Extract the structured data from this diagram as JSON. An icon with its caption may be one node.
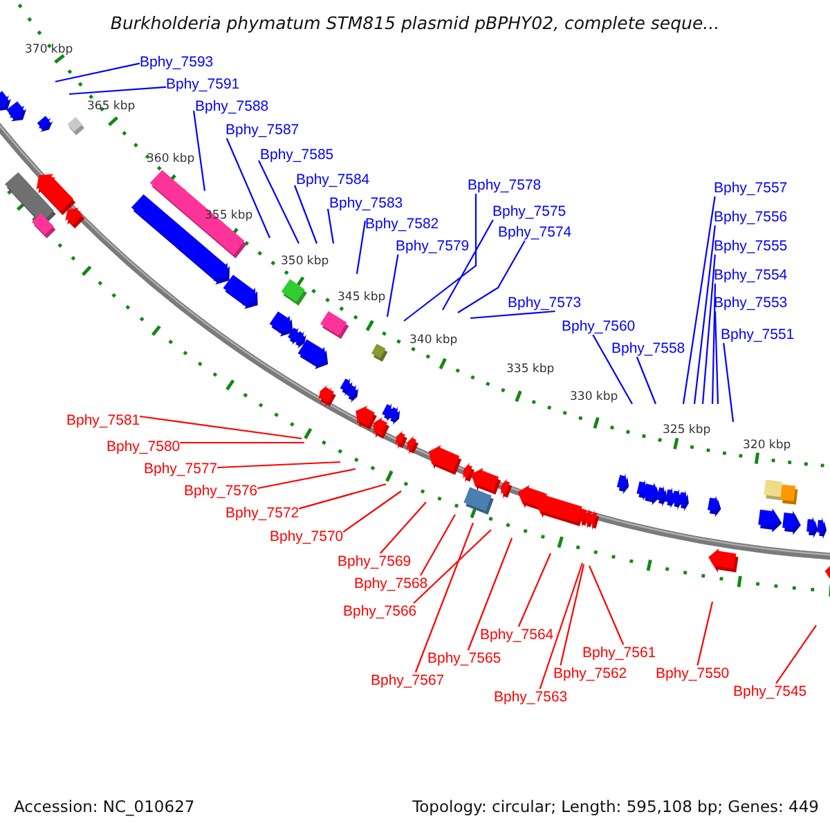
{
  "diagram": {
    "title": "Burkholderia phymatum STM815 plasmid pBPHY02, complete seque...",
    "nodes": [
      {
        "text": [
          "Bphy_7593"
        ]
      },
      {
        "text": [
          "Bphy_7591"
        ]
      },
      {
        "text": [
          "Bphy_7588"
        ]
      },
      {
        "text": [
          "Bphy_7587"
        ]
      },
      {
        "text": [
          "Bphy_7585"
        ]
      },
      {
        "text": [
          "Bphy_7584"
        ]
      },
      {
        "text": [
          "Bphy_7583"
        ]
      },
      {
        "text": [
          "Bphy_7582"
        ]
      },
      {
        "text": [
          "Bphy_7579"
        ]
      },
      {
        "text": [
          "Bphy_7578"
        ]
      },
      {
        "text": [
          "Bphy_7575"
        ]
      },
      {
        "text": [
          "Bphy_7574"
        ]
      },
      {
        "text": [
          "Bphy_7573"
        ]
      },
      {
        "text": [
          "Bphy_7560"
        ]
      },
      {
        "text": [
          "Bphy_7558"
        ]
      },
      {
        "text": [
          "Bphy_7557"
        ]
      },
      {
        "text": [
          "Bphy_7556"
        ]
      },
      {
        "text": [
          "Bphy_7555"
        ]
      },
      {
        "text": [
          "Bphy_7554"
        ]
      },
      {
        "text": [
          "Bphy_7553"
        ]
      },
      {
        "text": [
          "Bphy_7551"
        ]
      },
      {
        "text": [
          "Bphy_7581"
        ]
      },
      {
        "text": [
          "Bphy_7580"
        ]
      },
      {
        "text": [
          "Bphy_7577"
        ]
      },
      {
        "text": [
          "Bphy_7576"
        ]
      },
      {
        "text": [
          "Bphy_7572"
        ]
      },
      {
        "text": [
          "Bphy_7570"
        ]
      },
      {
        "text": [
          "Bphy_7569"
        ]
      },
      {
        "text": [
          "Bphy_7568"
        ]
      },
      {
        "text": [
          "Bphy_7566"
        ]
      },
      {
        "text": [
          "Bphy_7567"
        ]
      },
      {
        "text": [
          "Bphy_7565"
        ]
      },
      {
        "text": [
          "Bphy_7564"
        ]
      },
      {
        "text": [
          "Bphy_7562"
        ]
      },
      {
        "text": [
          "Bphy_7563"
        ]
      },
      {
        "text": [
          "Bphy_7561"
        ]
      },
      {
        "text": [
          "Bphy_7550"
        ]
      },
      {
        "text": [
          "Bphy_7545"
        ]
      }
    ],
    "edges": [
      {
        "from": 0,
        "to": null,
        "arrow": "none"
      },
      {
        "from": 1,
        "to": null,
        "arrow": "none"
      },
      {
        "from": 2,
        "to": null,
        "arrow": "none"
      },
      {
        "from": 3,
        "to": null,
        "arrow": "none"
      },
      {
        "from": 4,
        "to": null,
        "arrow": "none"
      },
      {
        "from": 5,
        "to": null,
        "arrow": "none"
      },
      {
        "from": 6,
        "to": null,
        "arrow": "none"
      },
      {
        "from": 7,
        "to": null,
        "arrow": "none"
      },
      {
        "from": 8,
        "to": null,
        "arrow": "none"
      },
      {
        "from": 9,
        "to": null,
        "arrow": "none"
      },
      {
        "from": 10,
        "to": null,
        "arrow": "none"
      },
      {
        "from": 11,
        "to": null,
        "arrow": "none"
      },
      {
        "from": 12,
        "to": null,
        "arrow": "none"
      },
      {
        "from": 13,
        "to": null,
        "arrow": "none"
      },
      {
        "from": 14,
        "to": null,
        "arrow": "none"
      },
      {
        "from": 15,
        "to": null,
        "arrow": "none"
      },
      {
        "from": 16,
        "to": null,
        "arrow": "none"
      },
      {
        "from": 17,
        "to": null,
        "arrow": "none"
      },
      {
        "from": 18,
        "to": null,
        "arrow": "none"
      },
      {
        "from": 19,
        "to": null,
        "arrow": "none"
      },
      {
        "from": 20,
        "to": null,
        "arrow": "none"
      },
      {
        "from": 21,
        "to": null,
        "arrow": "none",
        "color": "#ff0000"
      },
      {
        "from": 22,
        "to": null,
        "arrow": "none",
        "color": "#ff0000"
      },
      {
        "from": 23,
        "to": null,
        "arrow": "none",
        "color": "#ff0000"
      },
      {
        "from": 24,
        "to": null,
        "arrow": "none",
        "color": "#ff0000"
      },
      {
        "from": 25,
        "to": null,
        "arrow": "none",
        "color": "#ff0000"
      },
      {
        "from": 26,
        "to": null,
        "arrow": "none",
        "color": "#ff0000"
      },
      {
        "from": 27,
        "to": null,
        "arrow": "none",
        "color": "#ff0000"
      },
      {
        "from": 28,
        "to": null,
        "arrow": "none",
        "color": "#ff0000"
      },
      {
        "from": 29,
        "to": null,
        "arrow": "none",
        "color": "#ff0000"
      },
      {
        "from": 30,
        "to": null,
        "arrow": "none",
        "color": "#ff0000"
      },
      {
        "from": 31,
        "to": null,
        "arrow": "none",
        "color": "#ff0000"
      },
      {
        "from": 32,
        "to": null,
        "arrow": "none",
        "color": "#ff0000"
      },
      {
        "from": 33,
        "to": null,
        "arrow": "none",
        "color": "#ff0000"
      },
      {
        "from": 34,
        "to": null,
        "arrow": "none",
        "color": "#ff0000"
      },
      {
        "from": 35,
        "to": null,
        "arrow": "none",
        "color": "#ff0000"
      },
      {
        "from": 36,
        "to": null,
        "arrow": "none",
        "color": "#ff0000"
      },
      {
        "from": 37,
        "to": null,
        "arrow": "none",
        "color": "#ff0000"
      }
    ],
    "labels": [
      "370 kbp",
      "365 kbp",
      "360 kbp",
      "355 kbp",
      "350 kbp",
      "345 kbp",
      "340 kbp",
      "335 kbp",
      "330 kbp",
      "325 kbp",
      "320 kbp",
      "Accession: NC_010627",
      "Topology: circular; Length: 595,108 bp; Genes: 449"
    ]
  }
}
